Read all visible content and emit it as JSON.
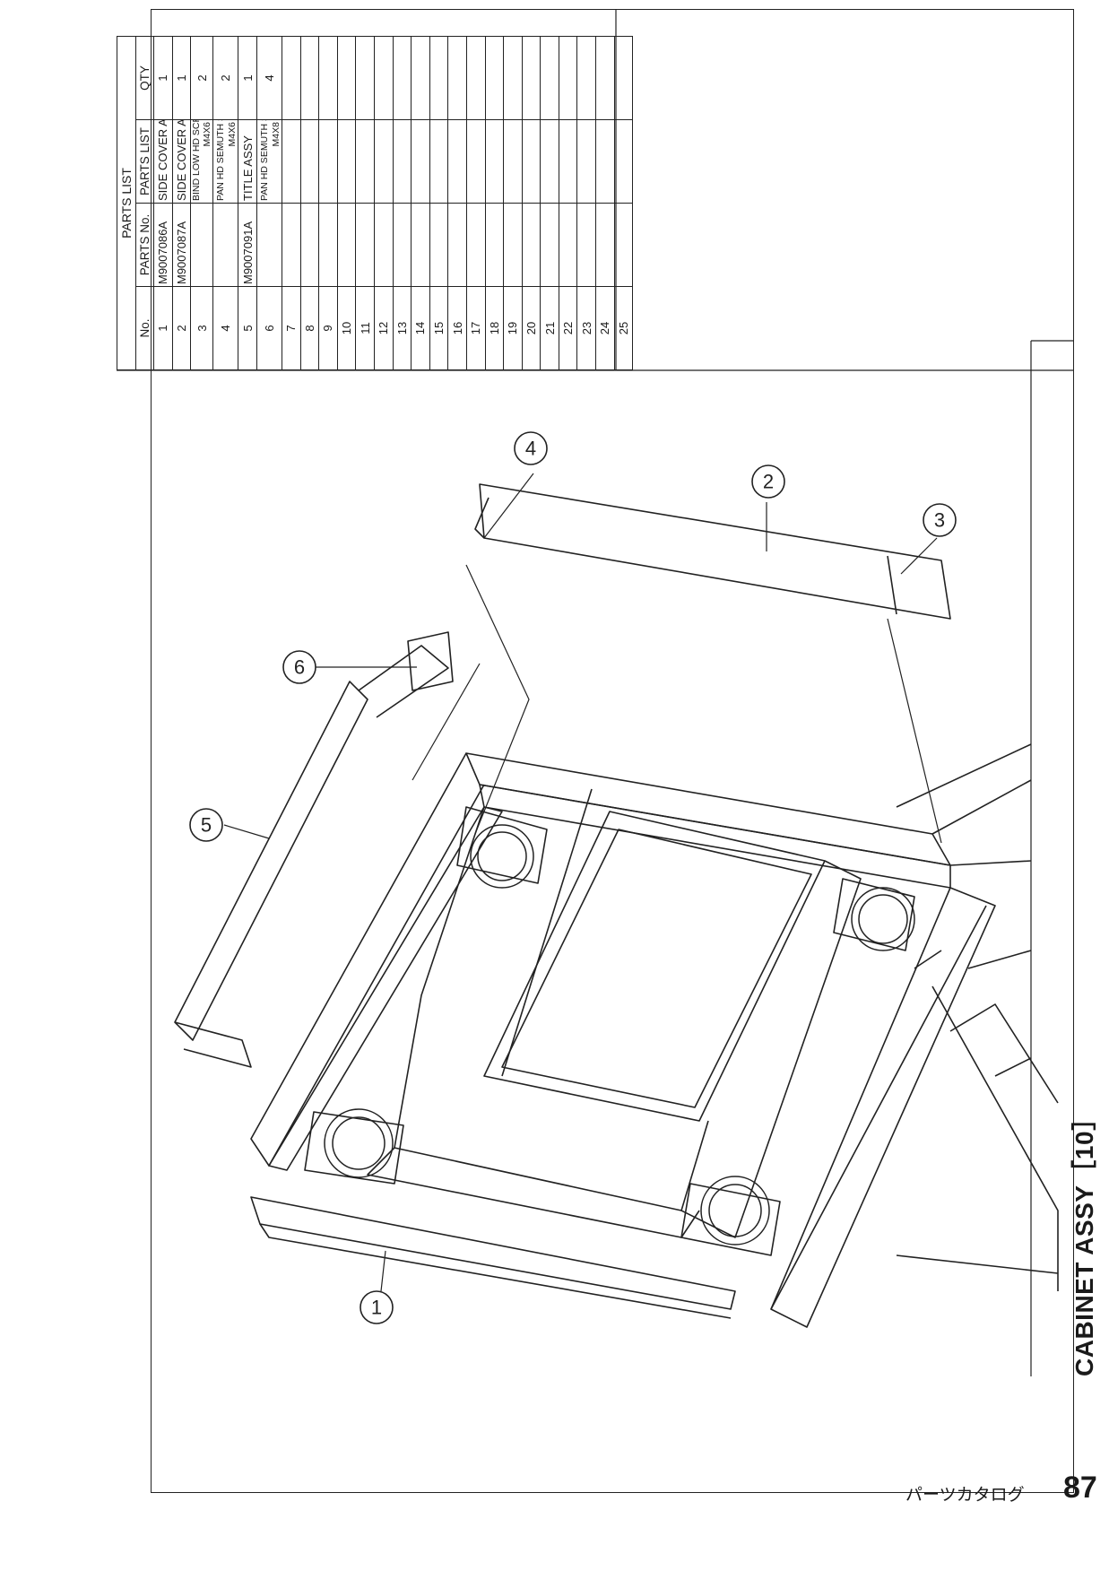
{
  "parts_list": {
    "title": "PARTS LIST",
    "headers": {
      "no": "No.",
      "parts_no": "PARTS No.",
      "parts_list": "PARTS LIST",
      "qty": "QTY"
    },
    "rows": [
      {
        "no": "1",
        "parts_no": "M9007086A",
        "name": "SIDE COVER ASSY-L",
        "size": "",
        "qty": "1"
      },
      {
        "no": "2",
        "parts_no": "M9007087A",
        "name": "SIDE COVER ASSY-R",
        "size": "",
        "qty": "1"
      },
      {
        "no": "3",
        "parts_no": "",
        "name": "BIND LOW HD SCREW<STAINLESS>",
        "size": "M4X6",
        "qty": "2"
      },
      {
        "no": "4",
        "parts_no": "",
        "name": "PAN HD SEMUTH SCREW-W-(三価)",
        "size": "M4X6",
        "qty": "2"
      },
      {
        "no": "5",
        "parts_no": "M9007091A",
        "name": "TITLE ASSY",
        "size": "",
        "qty": "1"
      },
      {
        "no": "6",
        "parts_no": "",
        "name": "PAN HD SEMUTH SCREW-W-(三価)",
        "size": "M4X8",
        "qty": "4"
      },
      {
        "no": "7",
        "parts_no": "",
        "name": "",
        "size": "",
        "qty": ""
      },
      {
        "no": "8",
        "parts_no": "",
        "name": "",
        "size": "",
        "qty": ""
      },
      {
        "no": "9",
        "parts_no": "",
        "name": "",
        "size": "",
        "qty": ""
      },
      {
        "no": "10",
        "parts_no": "",
        "name": "",
        "size": "",
        "qty": ""
      },
      {
        "no": "11",
        "parts_no": "",
        "name": "",
        "size": "",
        "qty": ""
      },
      {
        "no": "12",
        "parts_no": "",
        "name": "",
        "size": "",
        "qty": ""
      },
      {
        "no": "13",
        "parts_no": "",
        "name": "",
        "size": "",
        "qty": ""
      },
      {
        "no": "14",
        "parts_no": "",
        "name": "",
        "size": "",
        "qty": ""
      },
      {
        "no": "15",
        "parts_no": "",
        "name": "",
        "size": "",
        "qty": ""
      },
      {
        "no": "16",
        "parts_no": "",
        "name": "",
        "size": "",
        "qty": ""
      },
      {
        "no": "17",
        "parts_no": "",
        "name": "",
        "size": "",
        "qty": ""
      },
      {
        "no": "18",
        "parts_no": "",
        "name": "",
        "size": "",
        "qty": ""
      },
      {
        "no": "19",
        "parts_no": "",
        "name": "",
        "size": "",
        "qty": ""
      },
      {
        "no": "20",
        "parts_no": "",
        "name": "",
        "size": "",
        "qty": ""
      },
      {
        "no": "21",
        "parts_no": "",
        "name": "",
        "size": "",
        "qty": ""
      },
      {
        "no": "22",
        "parts_no": "",
        "name": "",
        "size": "",
        "qty": ""
      },
      {
        "no": "23",
        "parts_no": "",
        "name": "",
        "size": "",
        "qty": ""
      },
      {
        "no": "24",
        "parts_no": "",
        "name": "",
        "size": "",
        "qty": ""
      },
      {
        "no": "25",
        "parts_no": "",
        "name": "",
        "size": "",
        "qty": ""
      }
    ]
  },
  "callouts": [
    "1",
    "2",
    "3",
    "4",
    "5",
    "6"
  ],
  "section_title": "CABINET ASSY［10］",
  "footer": {
    "catalog_label": "パーツカタログ",
    "page_number": "87"
  }
}
